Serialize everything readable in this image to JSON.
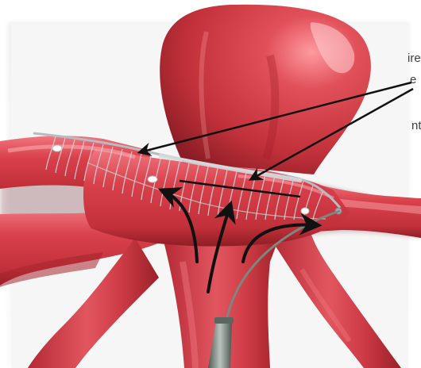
{
  "cropped_text_fragments": [
    "ire",
    "e",
    "nt"
  ],
  "colors": {
    "vessel": "#c8363f",
    "vessel_highlight": "#f27b84",
    "vessel_shadow": "#8e1e26",
    "device_wire": "#b7bcc0",
    "catheter": "#6f7c73",
    "arrows": "#111111",
    "background_panel": "#f4f4f4",
    "text": "#404040"
  }
}
